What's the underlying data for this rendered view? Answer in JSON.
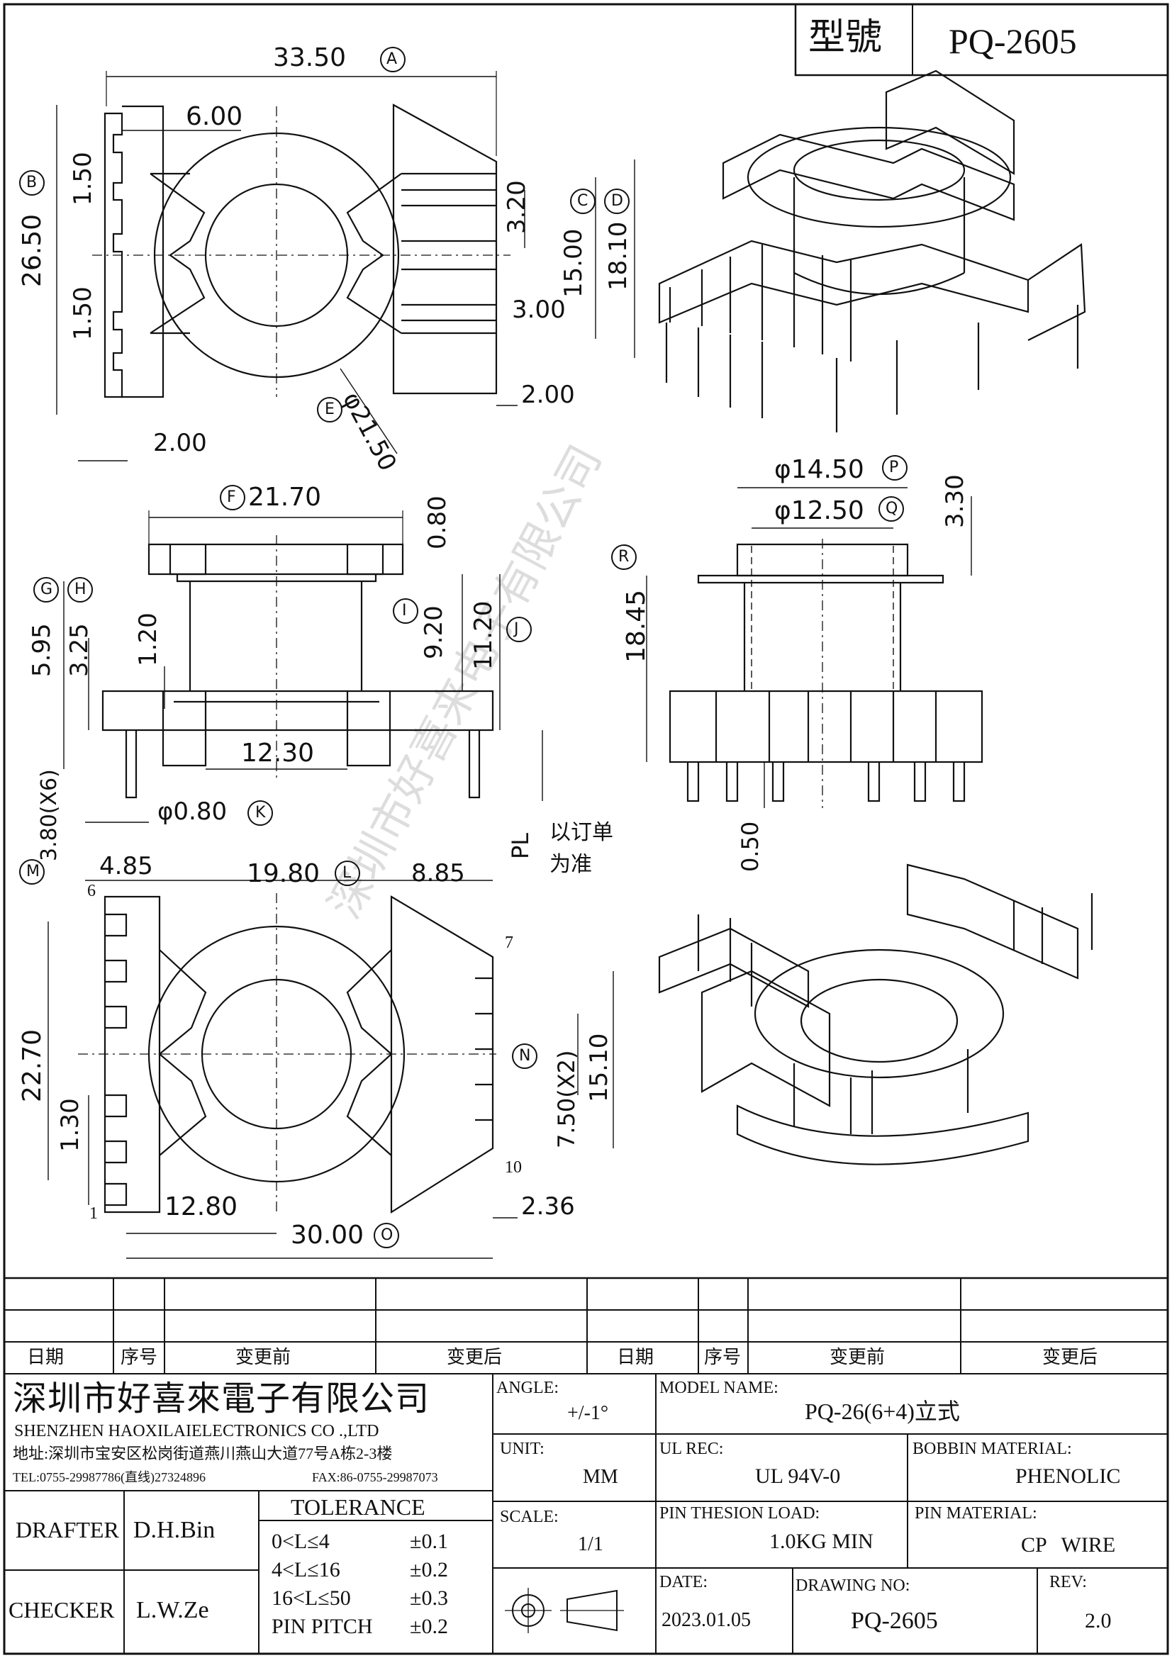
{
  "header": {
    "model_label": "型號",
    "model_value": "PQ-2605"
  },
  "top_view": {
    "A": "33.50",
    "B": "26.50",
    "C": "",
    "D": "",
    "E": "",
    "dims": [
      "6.00",
      "1.50",
      "1.50",
      "3.20",
      "15.00",
      "18.10",
      "3.00",
      "2.00",
      "2.00",
      "φ21.50"
    ],
    "letters": [
      "A",
      "B",
      "C",
      "D",
      "E"
    ]
  },
  "side_view": {
    "dims": [
      "21.70",
      "0.80",
      "5.95",
      "3.25",
      "1.20",
      "9.20",
      "11.20",
      "12.30",
      "3.80(X6)",
      "φ0.80"
    ],
    "letters": [
      "F",
      "G",
      "H",
      "I",
      "J",
      "K"
    ],
    "pl": "PL",
    "pl_note_1": "以订单",
    "pl_note_2": "为准"
  },
  "front_view": {
    "dims": [
      "φ14.50",
      "φ12.50",
      "3.30",
      "18.45",
      "0.50"
    ],
    "letters": [
      "P",
      "Q",
      "R"
    ]
  },
  "bottom_view": {
    "dims": [
      "4.85",
      "19.80",
      "8.85",
      "22.70",
      "1.30",
      "7.50(X2)",
      "15.10",
      "12.80",
      "30.00",
      "2.36"
    ],
    "letters": [
      "M",
      "L",
      "N",
      "O"
    ],
    "pins": [
      "6",
      "7",
      "1",
      "10"
    ]
  },
  "watermark": "深圳市好喜来电子有限公司",
  "revision_table": {
    "headers": [
      "日期",
      "序号",
      "变更前",
      "变更后",
      "日期",
      "序号",
      "变更前",
      "变更后"
    ]
  },
  "company": {
    "name_cn": "深圳市好喜來電子有限公司",
    "name_en": "SHENZHEN HAOXILAIELECTRONICS CO .,LTD",
    "address": "地址:深圳市宝安区松岗街道燕川燕山大道77号A栋2-3楼",
    "tel": "TEL:0755-29987786(直线)27324896",
    "fax": "FAX:86-0755-29987073"
  },
  "title_block": {
    "angle_label": "ANGLE:",
    "angle_value": "+/-1°",
    "model_name_label": "MODEL NAME:",
    "model_name_value": "PQ-26(6+4)立式",
    "unit_label": "UNIT:",
    "unit_value": "MM",
    "ul_label": "UL REC:",
    "ul_value": "UL 94V-0",
    "bobbin_label": "BOBBIN MATERIAL:",
    "bobbin_value": "PHENOLIC",
    "scale_label": "SCALE:",
    "scale_value": "1/1",
    "pin_tension_label": "PIN THESION LOAD:",
    "pin_tension_value": "1.0KG MIN",
    "pin_material_label": "PIN MATERIAL:",
    "pin_material_value": "CP WIRE",
    "date_label": "DATE:",
    "date_value": "2023.01.05",
    "drawing_no_label": "DRAWING NO:",
    "drawing_no_value": "PQ-2605",
    "rev_label": "REV:",
    "rev_value": "2.0",
    "drafter_label": "DRAFTER",
    "drafter_value": "D.H.Bin",
    "checker_label": "CHECKER",
    "checker_value": "L.W.Ze",
    "tolerance_title": "TOLERANCE",
    "tolerance_rows": [
      {
        "range": "0<L≤4",
        "tol": "±0.1"
      },
      {
        "range": "4<L≤16",
        "tol": "±0.2"
      },
      {
        "range": "16<L≤50",
        "tol": "±0.3"
      },
      {
        "range": "PIN PITCH",
        "tol": "±0.2"
      }
    ]
  }
}
